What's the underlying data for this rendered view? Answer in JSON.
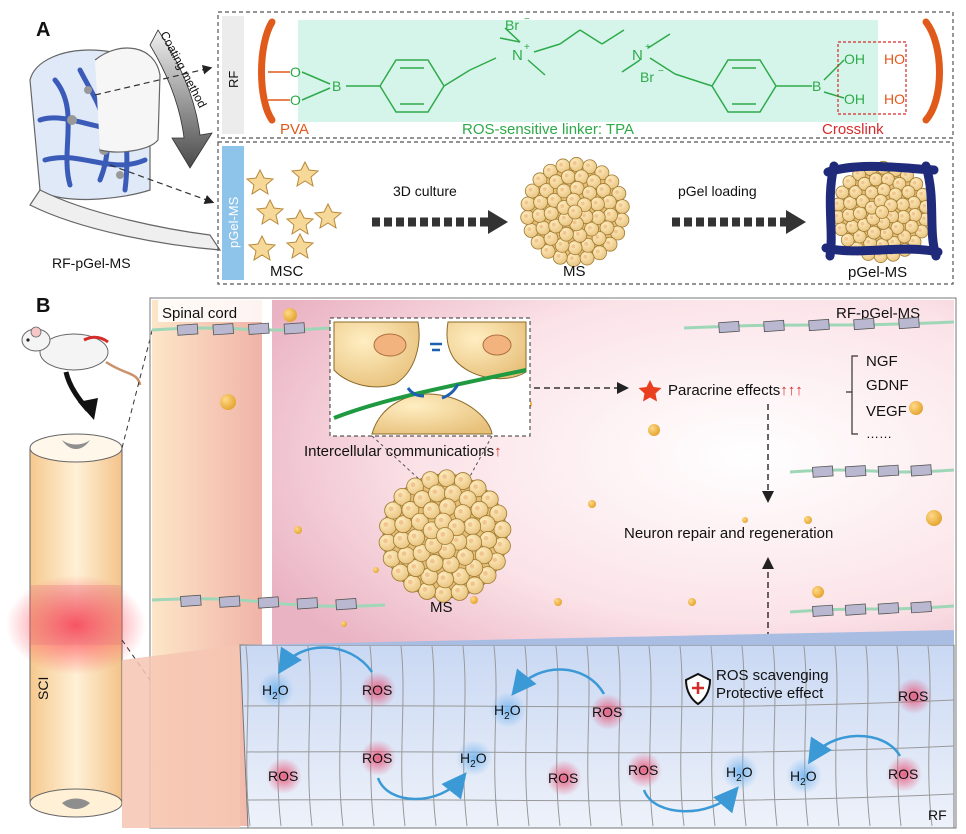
{
  "panels": {
    "a_label": "A",
    "b_label": "B"
  },
  "panel_a": {
    "coating_method": "Coating method",
    "product_label": "RF-pGel-MS",
    "rf_tab": "RF",
    "pgel_tab": "pGel-MS",
    "chemistry": {
      "br_top": "Br",
      "br_top_charge": "−",
      "n_left": "N",
      "n_left_charge": "+",
      "n_right": "N",
      "n_right_charge": "+",
      "br_bottom": "Br",
      "br_bottom_charge": "−",
      "o_upper": "O",
      "o_lower": "O",
      "boron_left": "B",
      "boron_right": "B",
      "oh_upper": "OH",
      "oh_lower": "OH",
      "ho_upper": "HO",
      "ho_lower": "HO"
    },
    "pva": "PVA",
    "linker": "ROS-sensitive linker: TPA",
    "crosslink": "Crosslink",
    "msc": "MSC",
    "culture": "3D culture",
    "ms": "MS",
    "loading": "pGel loading",
    "pgel_ms": "pGel-MS"
  },
  "panel_b": {
    "spinal_cord": "Spinal cord",
    "rf_pgel_ms": "RF-pGel-MS",
    "sci": "SCI",
    "intercellular": "Intercellular communications",
    "up_arrow": "↑",
    "ms": "MS",
    "paracrine": "Paracrine effects",
    "triple_arrow": "↑↑↑",
    "factors": [
      "NGF",
      "GDNF",
      "VEGF",
      "……"
    ],
    "neuron": "Neuron repair and regeneration",
    "ros_scavenging": "ROS scavenging",
    "protective": "Protective effect",
    "rf": "RF",
    "ros": "ROS",
    "h2o_h": "H",
    "h2o_sub": "2",
    "h2o_o": "O"
  },
  "colors": {
    "orange": "#e05a1c",
    "green": "#2eaa4a",
    "red": "#d62b2b",
    "teal_bg": "#d6f5ea",
    "blue_tab": "#8ec3ea",
    "navy": "#1f2a7a",
    "arrow_blue": "#3b9ad6"
  }
}
